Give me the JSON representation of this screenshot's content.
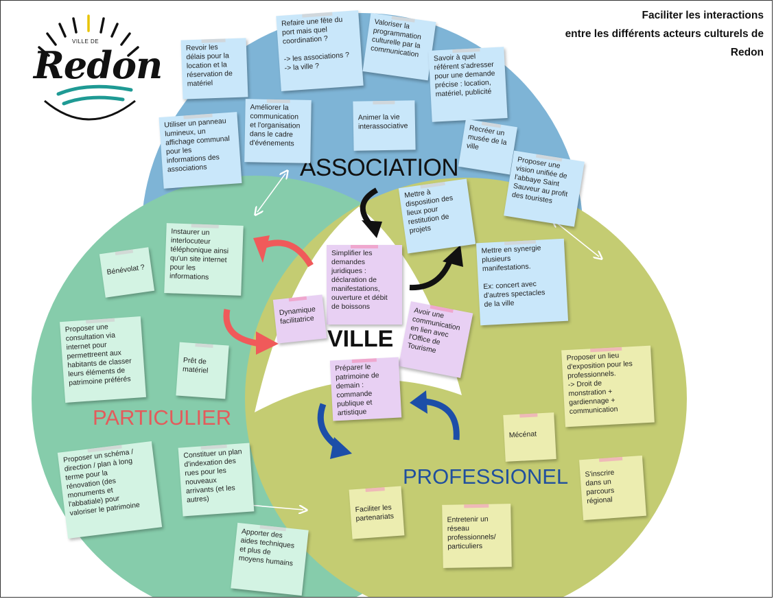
{
  "title": "Faciliter les interactions\nentre les différents acteurs culturels de\nRedon",
  "logo": {
    "small": "VILLE DE",
    "name": "Redon"
  },
  "labels": {
    "association": "ASSOCIATION",
    "ville": "VILLE",
    "particulier": "PARTICULIER",
    "professionel": "PROFESSIONEL"
  },
  "colors": {
    "association_circle": "#7eb4d6",
    "particulier_circle": "#86ccab",
    "professionel_circle": "#c4cc72",
    "particulier_text": "#e35b5b",
    "professionel_text": "#1f4f9e",
    "arrow_red": "#f05a5a",
    "arrow_black": "#111111",
    "arrow_blue": "#1c4ea8"
  },
  "notes": [
    {
      "id": "revoir",
      "text": "Revoir les\ndélais pour la\nlocation et la\nréservation de\nmatériel"
    },
    {
      "id": "refaire",
      "text": "Refaire une fête du\nport mais quel\ncoordination ?\n\n-> les associations ?\n-> la ville ?"
    },
    {
      "id": "valoriser",
      "text": "Valoriser la\nprogrammation\nculturelle par la\ncommunication"
    },
    {
      "id": "savoir",
      "text": "Savoir à quel\nréférent s'adresser\npour une demande\nprécise : location,\nmatériel, publicité"
    },
    {
      "id": "panneau",
      "text": "Utiliser un panneau\nlumineux, un\naffichage communal\npour les\ninformations des\nassociations"
    },
    {
      "id": "ameliorer",
      "text": "Améliorer la\ncommunication\net l'organisation\ndans le cadre\nd'événements"
    },
    {
      "id": "animer",
      "text": "Animer la vie\ninterassociative"
    },
    {
      "id": "musee",
      "text": "Recréer un\nmusée de la\nville"
    },
    {
      "id": "vision",
      "text": "Proposer une\nvision unifiée de\nl'abbaye Saint\nSauveur au profit\ndes touristes"
    },
    {
      "id": "lieux",
      "text": "Mettre à\ndisposition des\nlieux pour\nrestitution de\nprojets"
    },
    {
      "id": "synergie",
      "text": "Mettre en synergie\nplusieurs\nmanifestations.\n\nEx: concert avec\nd'autres spectacles\nde la ville"
    },
    {
      "id": "interlocuteur",
      "text": "Instaurer un\ninterlocuteur\ntéléphonique ainsi\nqu'un site internet\npour les\ninformations"
    },
    {
      "id": "benevolat",
      "text": "Bénévolat ?"
    },
    {
      "id": "simplifier",
      "text": "Simplifier les\ndemandes\njuridiques :\ndéclaration de\nmanifestations,\nouverture et débit\nde boissons"
    },
    {
      "id": "dynamique",
      "text": "Dynamique\nfacilitatrice"
    },
    {
      "id": "office",
      "text": "Avoir une\ncommunication\nen lien avec\nl'Office de\nTourisme"
    },
    {
      "id": "consultation",
      "text": "Proposer une\nconsultation via\ninternet pour\npermettreent aux\nhabitants de classer\nleurs éléments de\npatrimoine préférés"
    },
    {
      "id": "pret",
      "text": "Prêt de\nmatériel"
    },
    {
      "id": "patrimoine",
      "text": "Préparer le\npatrimoine de\ndemain :\ncommande\npublique et\nartistique"
    },
    {
      "id": "exposition",
      "text": "Proposer un lieu\nd'exposition pour les\nprofessionnels.\n-> Droit de\nmonstration +\ngardiennage +\ncommunication"
    },
    {
      "id": "mecenat",
      "text": "Mécénat"
    },
    {
      "id": "parcours",
      "text": "S'inscrire\ndans un\nparcours\nrégional"
    },
    {
      "id": "schema",
      "text": "Proposer un schéma /\ndirection / plan à long\nterme pour la\nrénovation (des\nmonuments et\nl'abbatiale) pour\nvaloriser le patrimoine"
    },
    {
      "id": "indexation",
      "text": "Constituer un plan\nd'indexation des\nrues pour les\nnouveaux\narrivants (et les\nautres)"
    },
    {
      "id": "partenariats",
      "text": "Faciliter les\npartenariats"
    },
    {
      "id": "reseau",
      "text": "Entretenir un\nréseau\nprofessionnels/\nparticuliers"
    },
    {
      "id": "aides",
      "text": "Apporter des\naides techniques\net plus de\nmoyens humains"
    }
  ]
}
